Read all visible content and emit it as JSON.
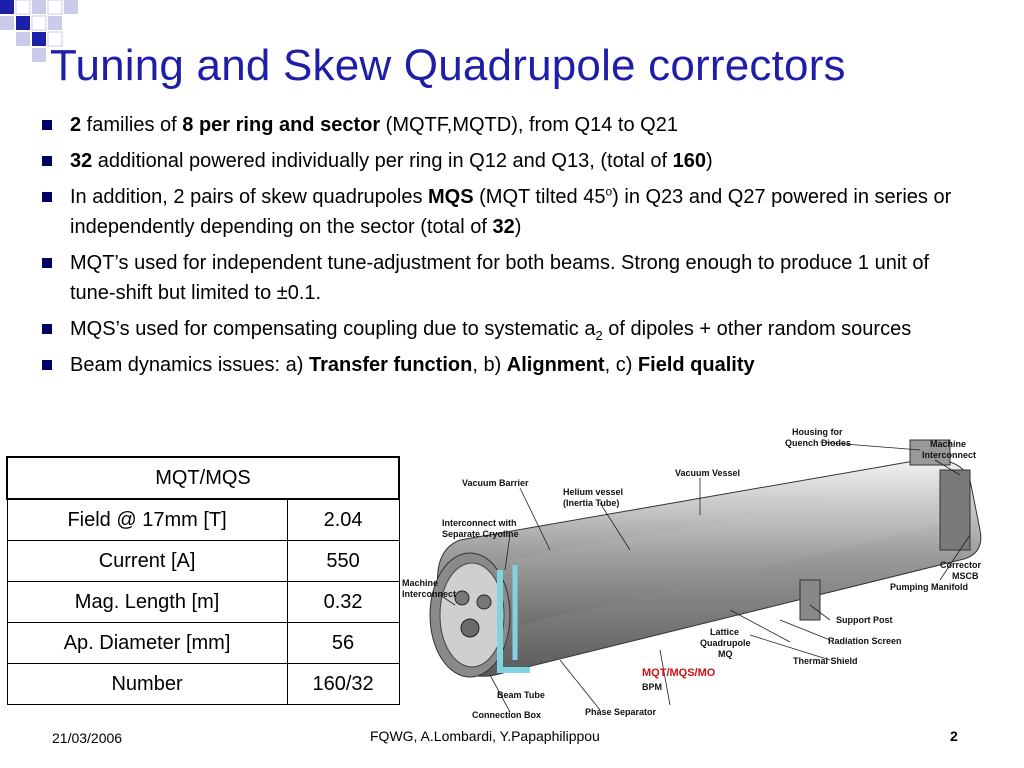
{
  "title": "Tuning and Skew Quadrupole correctors",
  "bullets": [
    {
      "b1": "2",
      "t1": " families of ",
      "b2": "8 per ring and sector",
      "t2": " (MQTF,MQTD), from Q14 to Q21"
    },
    {
      "b1": "32",
      "t1": " additional powered individually per ring in Q12 and Q13, (total of ",
      "b2": "160",
      "t2": ")"
    },
    {
      "t1": "In addition, 2 pairs of skew quadrupoles ",
      "b1": "MQS",
      "t2": " (MQT tilted 45",
      "sup": "o",
      "t3": ") in Q23 and Q27 powered in series or independently depending on the sector (total of ",
      "b2": "32",
      "t4": ")"
    },
    {
      "t1": "MQT’s used for independent tune-adjustment for both beams. Strong enough to produce 1 unit of tune-shift but limited to ±0.1."
    },
    {
      "t1": "MQS’s used for compensating coupling due to systematic a",
      "sub": "2",
      "t2": " of dipoles + other random sources"
    },
    {
      "t1": "Beam dynamics issues: a) ",
      "b1": "Transfer function",
      "t2": ", b) ",
      "b2": "Alignment",
      "t3": ", c) ",
      "b3": "Field quality"
    }
  ],
  "table": {
    "header": "MQT/MQS",
    "rows": [
      {
        "label": "Field @ 17mm [T]",
        "value": "2.04"
      },
      {
        "label": "Current [A]",
        "value": "550"
      },
      {
        "label": "Mag. Length [m]",
        "value": "0.32"
      },
      {
        "label": "Ap. Diameter [mm]",
        "value": "56"
      },
      {
        "label": "Number",
        "value": "160/32"
      }
    ]
  },
  "figure": {
    "labels": {
      "housing": "Housing for",
      "housing2": "Quench Diodes",
      "machine_ic": "Machine",
      "machine_ic2": "Interconnect",
      "vacuum_barrier": "Vacuum Barrier",
      "vacuum_vessel": "Vacuum Vessel",
      "helium_vessel": "Helium vessel",
      "helium_vessel2": "(Inertia Tube)",
      "interconnect": "Interconnect with",
      "interconnect2": "Separate Cryoline",
      "corrector": "Corrector",
      "corrector2": "MSCB",
      "pumping": "Pumping Manifold",
      "machine_left": "Machine",
      "machine_left2": "Interconnect",
      "support_post": "Support Post",
      "lattice": "Lattice",
      "lattice2": "Quadrupole",
      "lattice3": "MQ",
      "radiation": "Radiation Screen",
      "thermal": "Thermal Shield",
      "mqt_red": "MQT/MQS/MO",
      "bpm": "BPM",
      "beam_tube": "Beam Tube",
      "phase_sep": "Phase Separator",
      "connection_box": "Connection Box"
    }
  },
  "footer": {
    "date": "21/03/2006",
    "authors": "FQWG, A.Lombardi, Y.Papaphilippou",
    "page": "2"
  },
  "colors": {
    "title": "#1e1ea8",
    "bullet": "#000066",
    "accent_red": "#d01010"
  }
}
